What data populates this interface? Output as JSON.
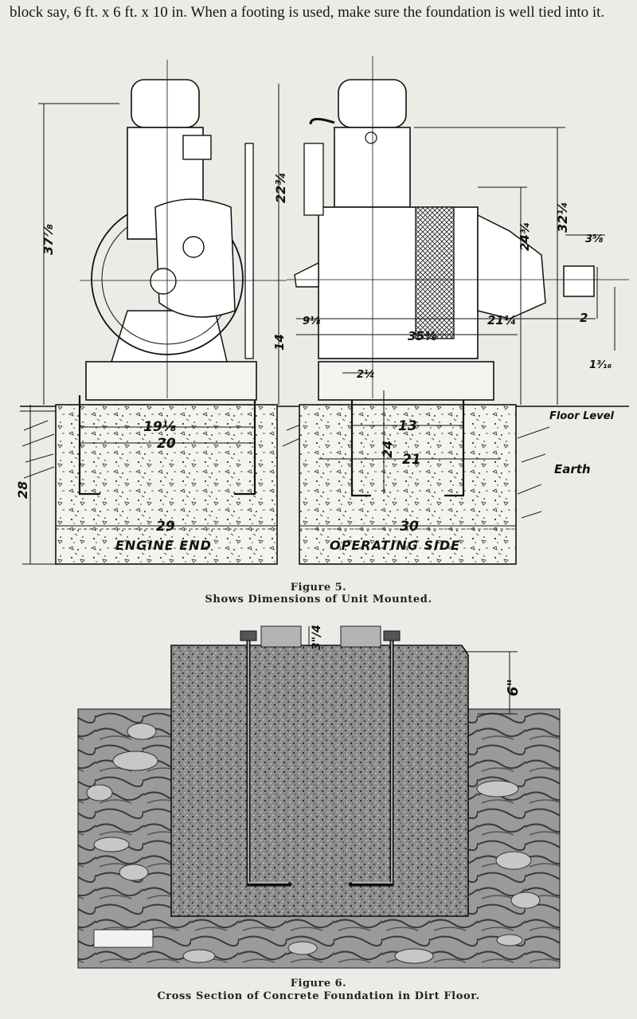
{
  "intro_text": "block say, 6 ft. x 6 ft. x 10 in.  When a footing is used, make sure the foundation is well tied into it.",
  "figure5": {
    "title": "Figure 5.",
    "caption": "Shows Dimensions of Unit Mounted.",
    "labels": {
      "engine_end": "ENGINE END",
      "operating_side": "OPERATING SIDE",
      "floor_level": "Floor Level",
      "earth": "Earth"
    },
    "dimensions": {
      "overall_height": "37⅞",
      "upper_height": "22¾",
      "lower_height": "14",
      "depth": "28",
      "bolt_spacing_outer": "19⅛",
      "base_width_engine": "20",
      "block_engine": "29",
      "block_operating": "30",
      "bolt_spacing_op": "13",
      "base_width_op": "21",
      "bolt_depth": "24",
      "height_32": "32¼",
      "height_24": "24¾",
      "shaft_offset": "3⅝",
      "left_overhang": "9⅛",
      "base_length": "35⅜",
      "right_overhang": "21¼",
      "shaft_gap": "2",
      "shaft_height": "1³⁄₁₆",
      "bolt_offset": "2¼"
    }
  },
  "figure6": {
    "title": "Figure 6.",
    "caption": "Cross Section of Concrete Foundation in Dirt Floor.",
    "labels": {
      "pad_height": "3\"/4",
      "projection": "6\""
    }
  }
}
